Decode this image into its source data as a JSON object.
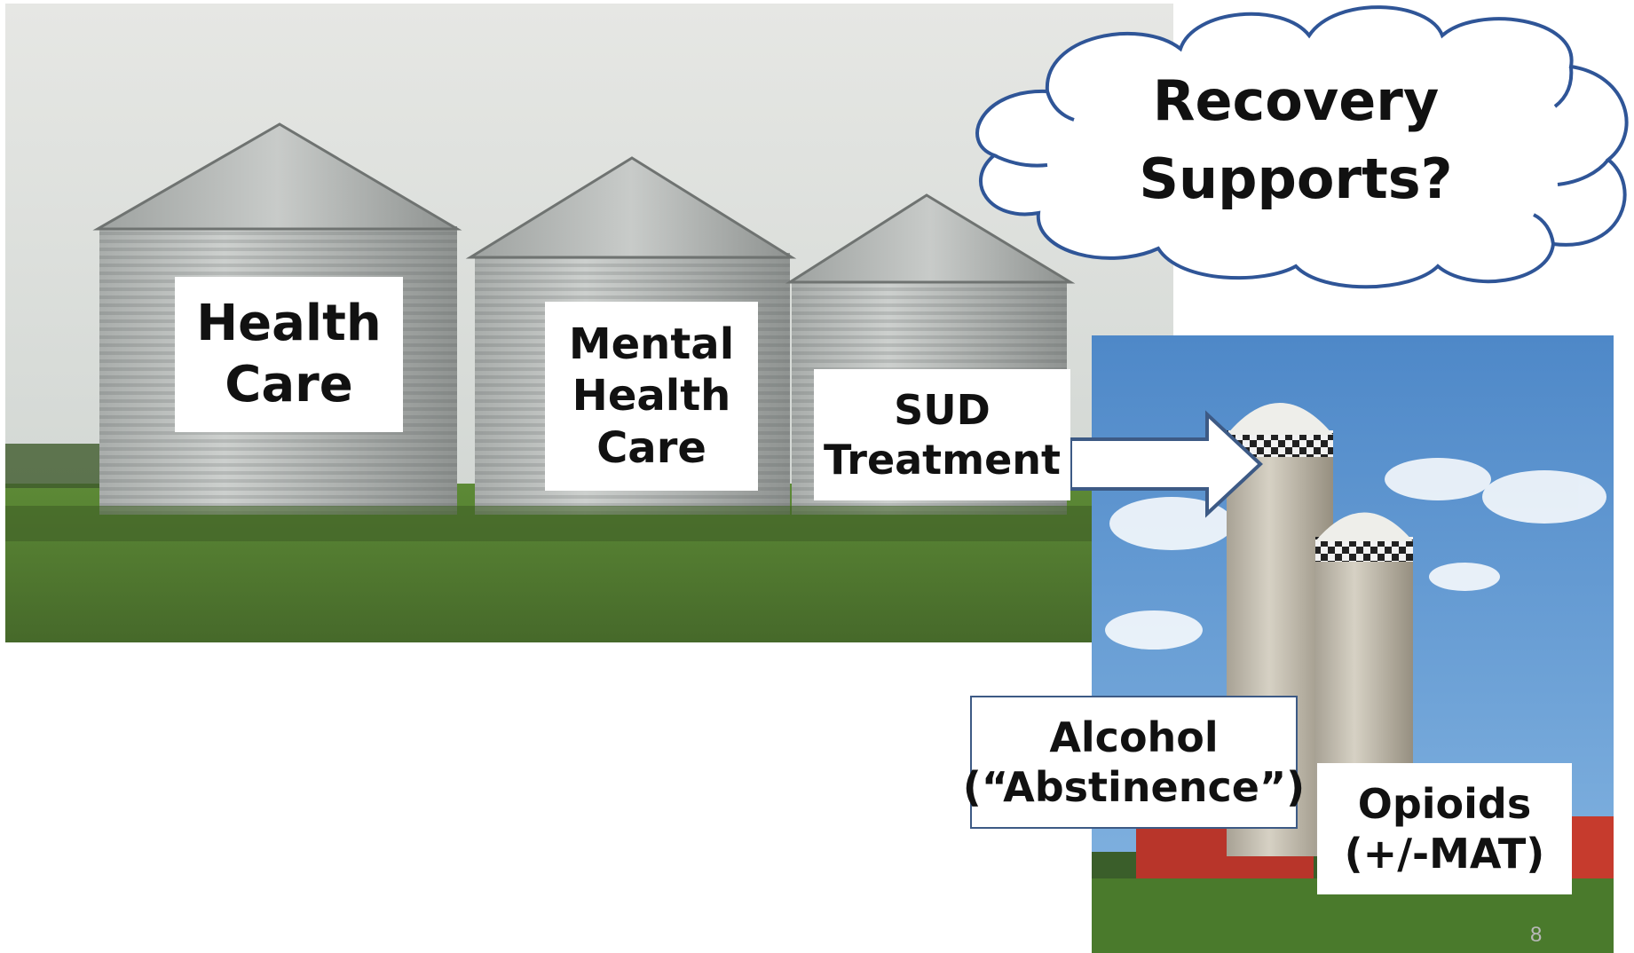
{
  "labels": {
    "health_care": [
      "Health",
      "Care"
    ],
    "mental_health_care": [
      "Mental",
      "Health",
      "Care"
    ],
    "sud_treatment": [
      "SUD",
      "Treatment"
    ],
    "alcohol": [
      "Alcohol",
      "(“Abstinence”)"
    ],
    "opioids": [
      "Opioids",
      "(+/-MAT)"
    ]
  },
  "cloud": {
    "lines": [
      "Recovery",
      "Supports?"
    ],
    "outline_color": "#2f5597"
  },
  "page_number": "8",
  "colors": {
    "sky_grey": "#d6d9d6",
    "grass": "#4f7a2c",
    "sky_blue": "#5b9bd5",
    "barn_red": "#b8352a",
    "arrow_outline": "#3d5a85"
  }
}
